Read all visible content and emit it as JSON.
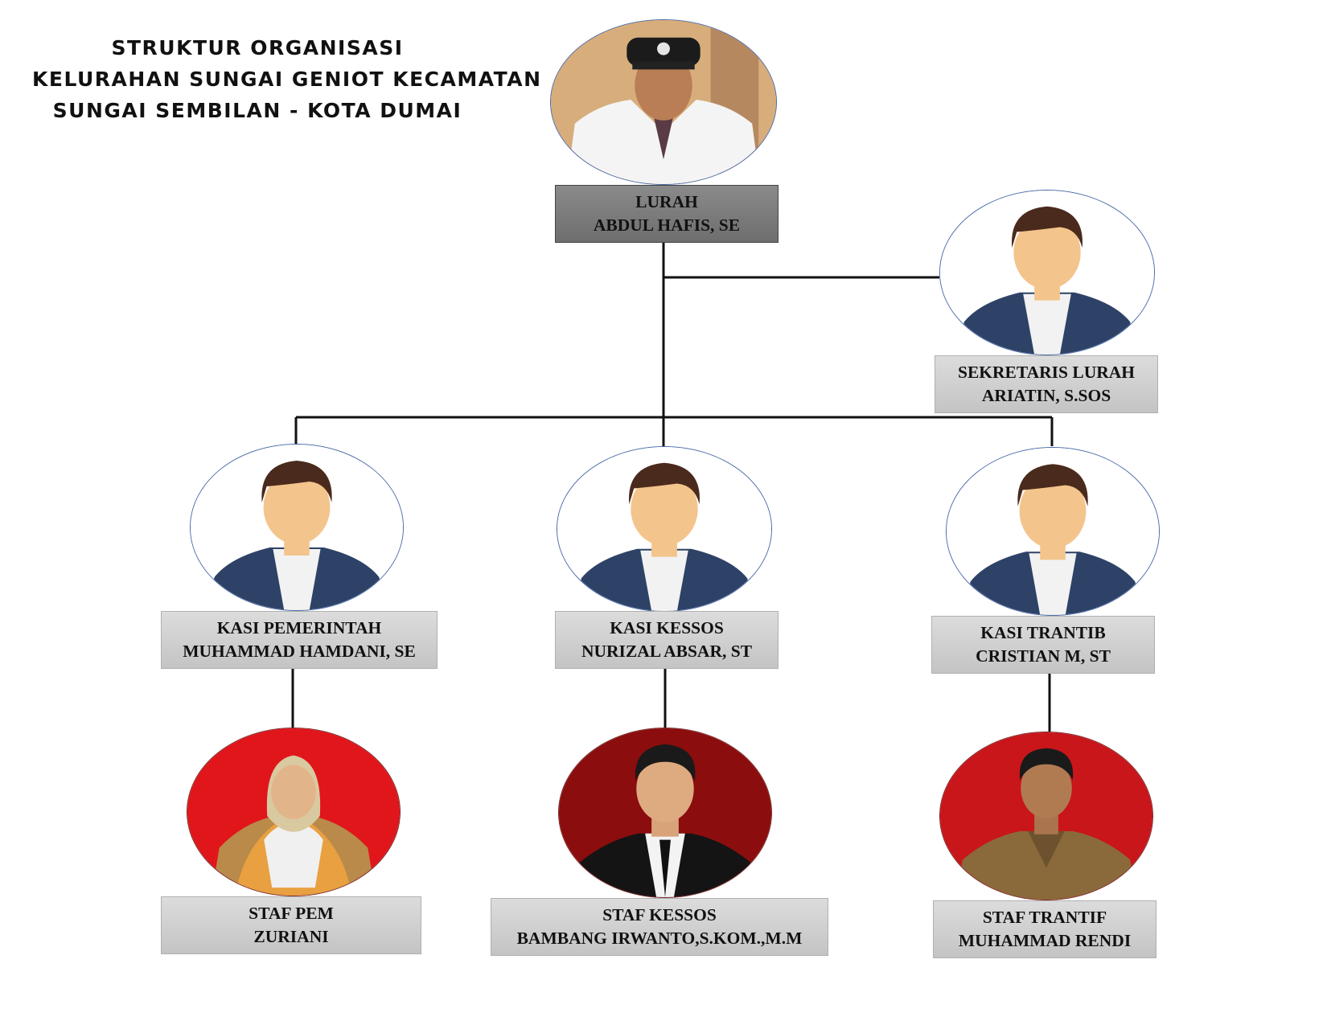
{
  "title": {
    "line1": "STRUKTUR ORGANISASI",
    "line2": "KELURAHAN SUNGAI GENIOT KECAMATAN",
    "line3": "SUNGAI SEMBILAN - KOTA DUMAI"
  },
  "nodes": {
    "lurah": {
      "role": "LURAH",
      "name": "ABDUL HAFIS, SE"
    },
    "sekretaris": {
      "role": "SEKRETARIS LURAH",
      "name": "ARIATIN, S.SOS"
    },
    "kasi_pem": {
      "role": "KASI PEMERINTAH",
      "name": "MUHAMMAD HAMDANI, SE"
    },
    "kasi_kessos": {
      "role": "KASI KESSOS",
      "name": "NURIZAL ABSAR, ST"
    },
    "kasi_trantib": {
      "role": "KASI TRANTIB",
      "name": "CRISTIAN M, ST"
    },
    "staf_pem": {
      "role": "STAF PEM",
      "name": "ZURIANI"
    },
    "staf_kessos": {
      "role": "STAF KESSOS",
      "name": "BAMBANG IRWANTO,S.KOM.,M.M"
    },
    "staf_trantib": {
      "role": "STAF TRANTIF",
      "name": "MUHAMMAD RENDI"
    }
  },
  "colors": {
    "photo_red": "#e0161b",
    "photo_dark_red": "#8b0d0d",
    "suit": "#2d4266",
    "skin": "#f3c48c",
    "hair": "#4a2a1c"
  }
}
